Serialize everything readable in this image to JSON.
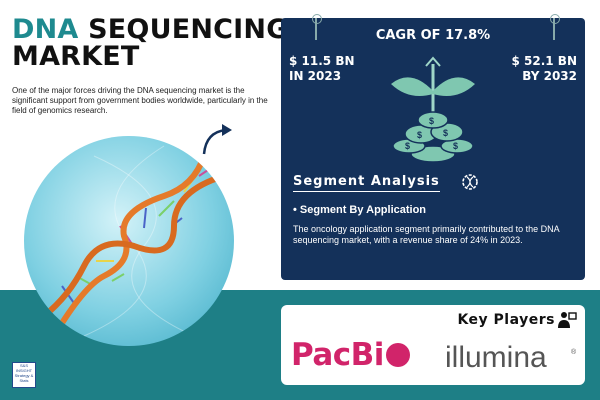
{
  "title": {
    "highlight": "DNA",
    "rest": "SEQUENCING",
    "line2": "MARKET"
  },
  "intro": "One of the major forces driving the DNA sequencing market is the significant support from government bodies worldwide, particularly in the field of genomics research.",
  "logo": {
    "line1": "S&S",
    "line2": "INSIGHT",
    "line3": "Strategy & Stats"
  },
  "stats": {
    "cagr": "CAGR OF 17.8%",
    "left_value": "$ 11.5 BN",
    "left_year": "IN 2023",
    "right_value": "$ 52.1 BN",
    "right_year": "BY 2032"
  },
  "segment": {
    "title": "Segment Analysis",
    "subtitle": "• Segment By Application",
    "text": "The oncology application segment primarily contributed to the DNA sequencing market, with a revenue share of 24% in 2023."
  },
  "key_players": {
    "title": "Key Players",
    "players": [
      {
        "name": "PacBi",
        "suffix": "",
        "color": "#d1246a"
      },
      {
        "name": "illumina",
        "color": "#555555"
      }
    ],
    "registered_mark": "®"
  },
  "colors": {
    "navy": "#14315a",
    "teal": "#1e7f86",
    "accent": "#1e8a8f",
    "pink": "#d1246a"
  },
  "icons": [
    "arrow-icon",
    "dna-helix-icon",
    "plant-coins-icon",
    "dna-gear-icon",
    "presenter-icon"
  ]
}
